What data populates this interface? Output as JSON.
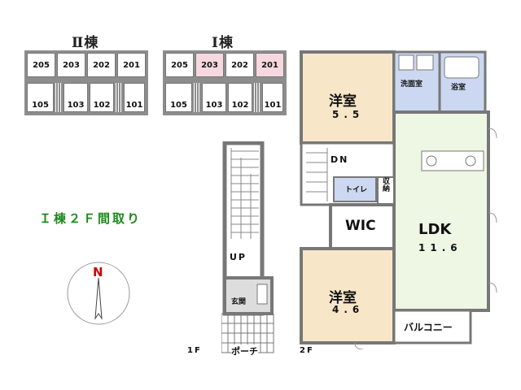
{
  "buildings": [
    {
      "title": "Ⅱ棟",
      "upper": [
        "205",
        "203",
        "202",
        "201"
      ],
      "lower": [
        "105",
        "103",
        "102",
        "101"
      ],
      "highlight": []
    },
    {
      "title": "Ⅰ棟",
      "upper": [
        "205",
        "203",
        "202",
        "201"
      ],
      "lower": [
        "105",
        "103",
        "102",
        "101"
      ],
      "highlight": [
        "203",
        "201"
      ]
    }
  ],
  "plan_title": "Ｉ棟２Ｆ間取り",
  "compass": {
    "letter": "N"
  },
  "floors": {
    "first": "1F",
    "second": "2F"
  },
  "first_floor": {
    "up": "UP",
    "entrance": "玄関",
    "porch": "ポーチ"
  },
  "rooms": {
    "western_room_1": {
      "name": "洋室",
      "size": "5.5"
    },
    "western_room_2": {
      "name": "洋室",
      "size": "4.6"
    },
    "ldk": {
      "name": "LDK",
      "size": "11.6"
    },
    "wic": "WIC",
    "washroom": "洗面室",
    "bathroom": "浴室",
    "toilet": "トイレ",
    "storage": "収納",
    "down": "DN",
    "balcony": "バルコニー"
  },
  "colors": {
    "western_room": "#f8e6c9",
    "ldk": "#eef6e4",
    "wet_area": "#ccd8f2",
    "highlight_unit": "#f7d8e0",
    "title_green": "#1a8a1a",
    "compass_red": "#cc0000"
  }
}
